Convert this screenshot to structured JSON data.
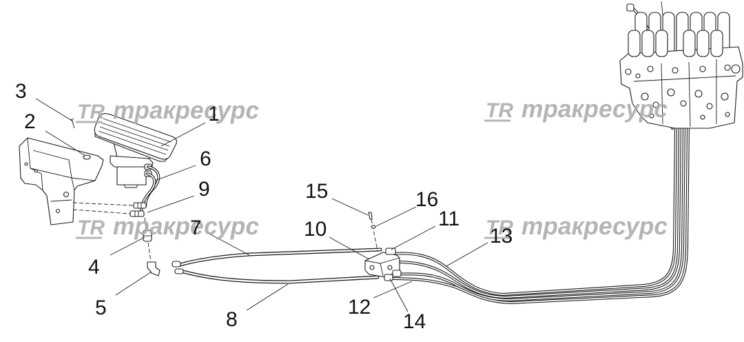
{
  "callouts": [
    "1",
    "2",
    "3",
    "4",
    "5",
    "6",
    "7",
    "8",
    "9",
    "10",
    "11",
    "12",
    "13",
    "14",
    "15",
    "16"
  ],
  "watermark": {
    "logo": "TR",
    "text": "тракресурс"
  },
  "colors": {
    "line": "#1a1a1a",
    "watermark": "#a8a8a8",
    "background": "#ffffff"
  }
}
